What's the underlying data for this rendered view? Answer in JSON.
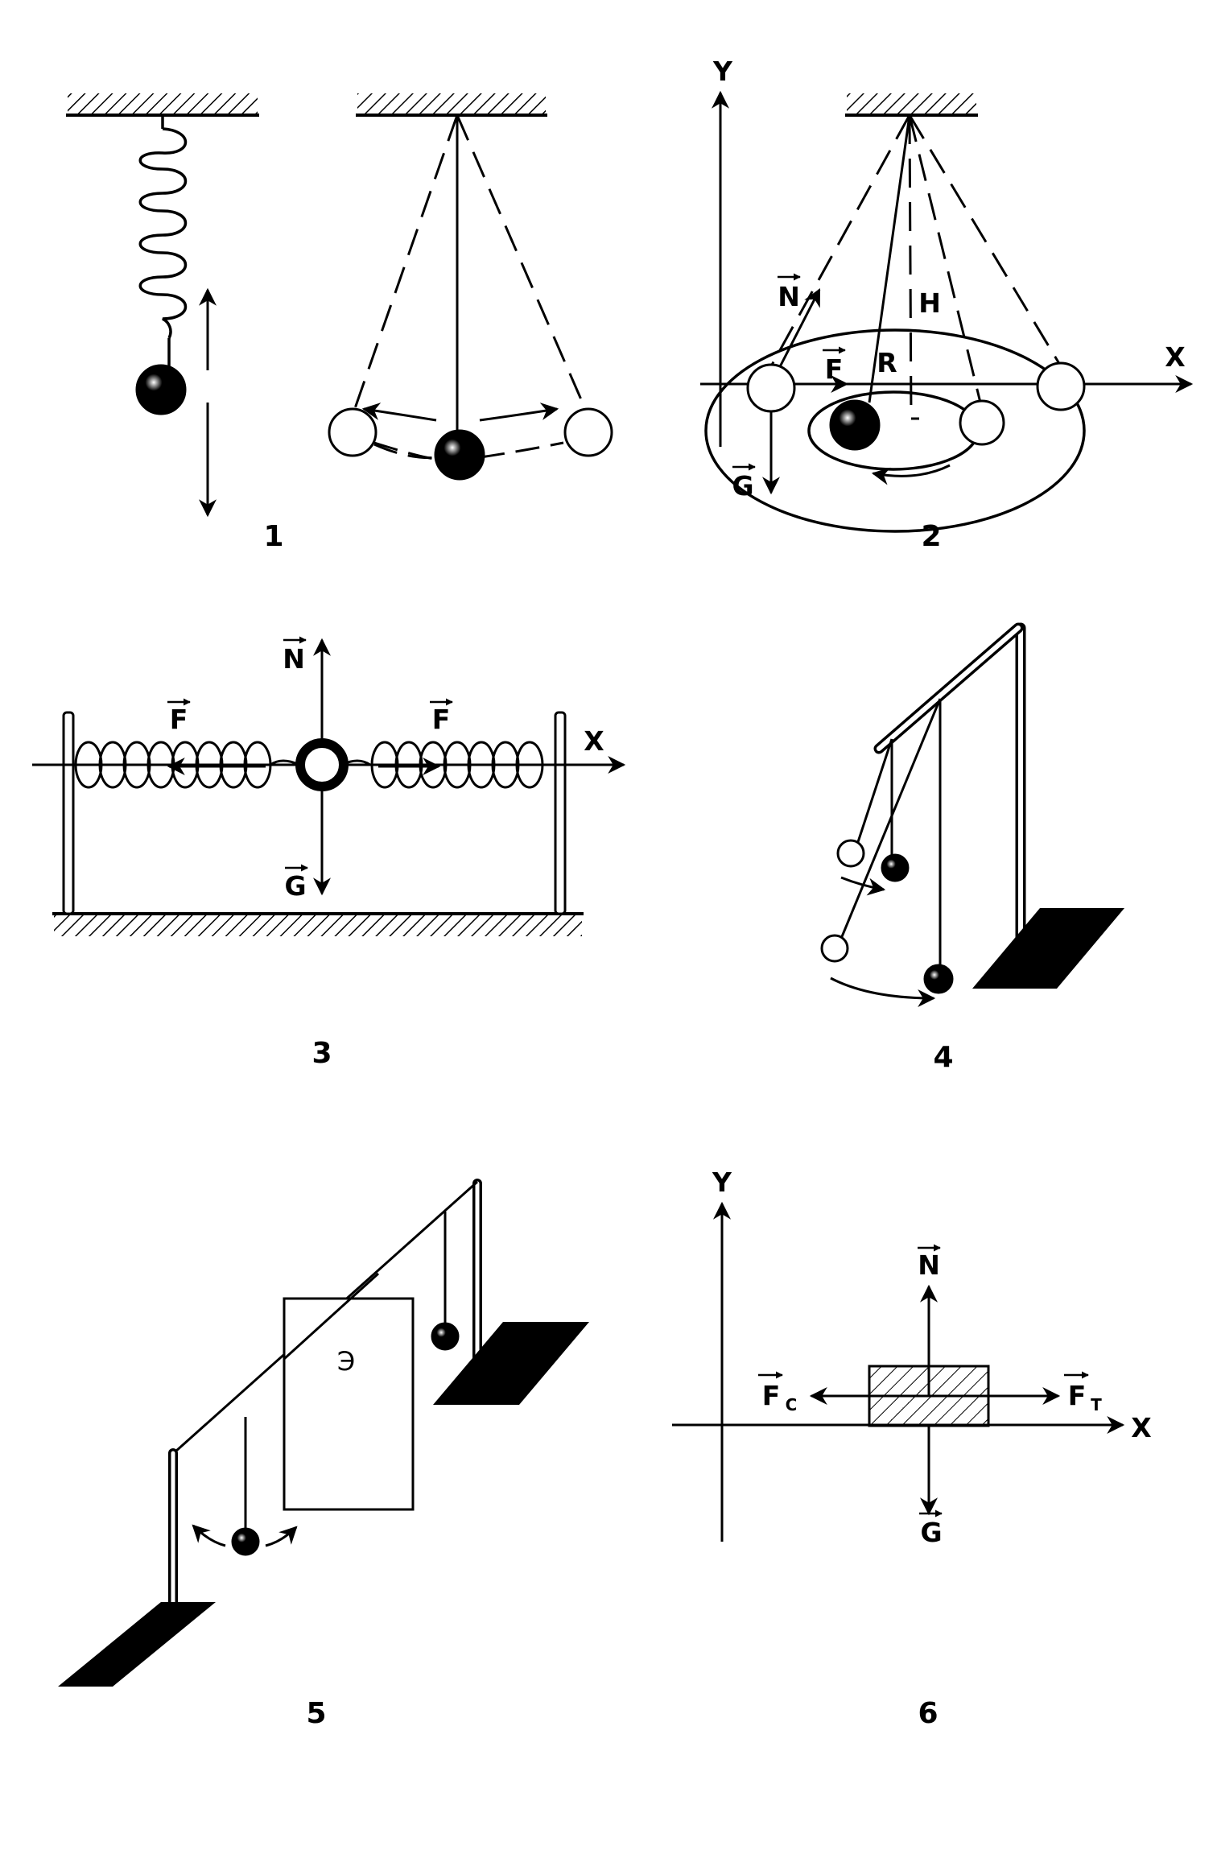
{
  "figures": [
    {
      "number": "1"
    },
    {
      "number": "2",
      "axis_x": "X",
      "axis_y": "Y",
      "vec_n": "N",
      "vec_f": "F",
      "vec_g": "G",
      "label_r": "R",
      "label_h": "H"
    },
    {
      "number": "3",
      "axis_x": "X",
      "vec_n": "N",
      "vec_f_left": "F",
      "vec_f_right": "F",
      "vec_g": "G"
    },
    {
      "number": "4"
    },
    {
      "number": "5",
      "screen_label": "Э"
    },
    {
      "number": "6",
      "axis_x": "X",
      "axis_y": "Y",
      "vec_n": "N",
      "vec_g": "G",
      "vec_fc": "F",
      "vec_fc_sub": "C",
      "vec_ft": "F",
      "vec_ft_sub": "T"
    }
  ]
}
